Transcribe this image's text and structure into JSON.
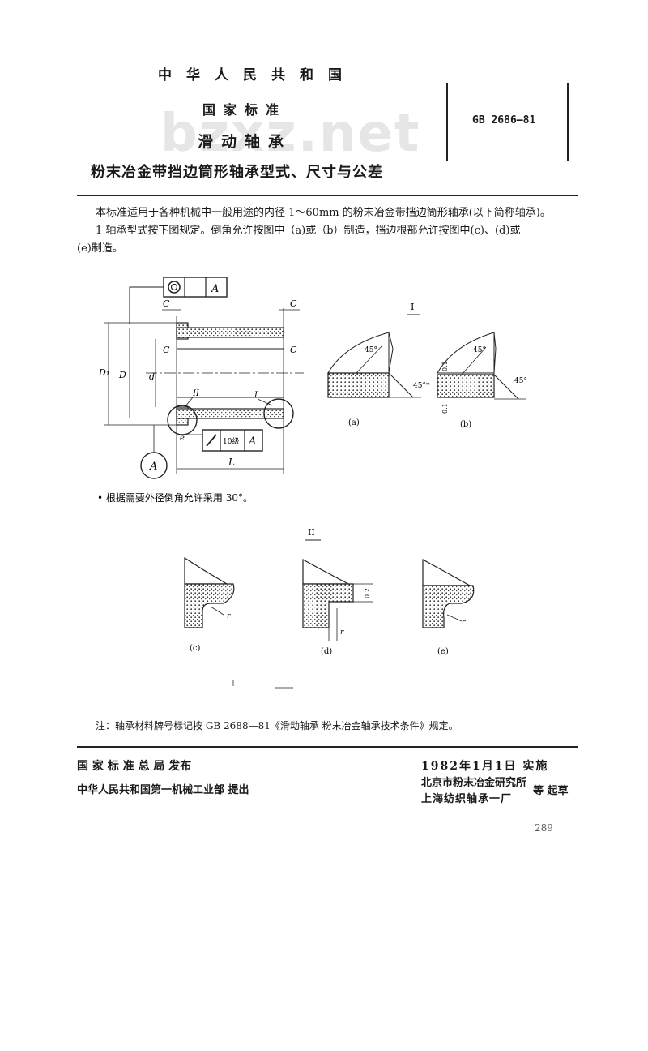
{
  "header": {
    "country": "中华人民共和国",
    "standard_type": "国家标准",
    "title_main": "滑动轴承",
    "title_sub": "粉末冶金带挡边筒形轴承型式、尺寸与公差",
    "standard_number": "GB 2686—81",
    "watermark": "bzxz.net"
  },
  "body": {
    "scope": "本标准适用于各种机械中一般用途的内径 1～60mm 的粉末冶金带挡边筒形轴承(以下简称轴承)。",
    "clause1_line1": "1  轴承型式按下图规定。倒角允许按图中（a)或（b）制造，挡边根部允许按图中(c)、(d)或",
    "clause1_line2": "(e)制造。",
    "footnote": "• 根据需要外径倒角允许采用 30°。",
    "note": "注：轴承材料牌号标记按 GB 2688—81《滑动轴承  粉末冶金轴承技术条件》规定。"
  },
  "figure": {
    "main_labels": {
      "c": "C",
      "D1": "D₁",
      "D": "D",
      "d": "d",
      "e": "e",
      "L": "L",
      "datum": "A",
      "detail_I": "I",
      "detail_II": "II"
    },
    "frame_top": {
      "datum": "A"
    },
    "frame_bottom": {
      "grade": "10级",
      "datum": "A"
    },
    "detail_I_title": "I",
    "detail_II_title": "II",
    "angle_45": "45°",
    "angle_45_star": "45°*",
    "dim_01": "0.1",
    "dim_02": "0.2",
    "r_label": "r",
    "captions": {
      "a": "(a)",
      "b": "(b)",
      "c": "(c)",
      "d": "(d)",
      "e": "(e)"
    }
  },
  "footer": {
    "issuer": "国  家  标  准  总  局  发布",
    "proposer": "中华人民共和国第一机械工业部    提出",
    "effective": "1982年1月1日  实施",
    "drafter_1": "北京市粉末冶金研究所",
    "drafter_2": "上海纺织轴承一厂",
    "drafter_suffix": "等  起草"
  },
  "page_number": "289"
}
